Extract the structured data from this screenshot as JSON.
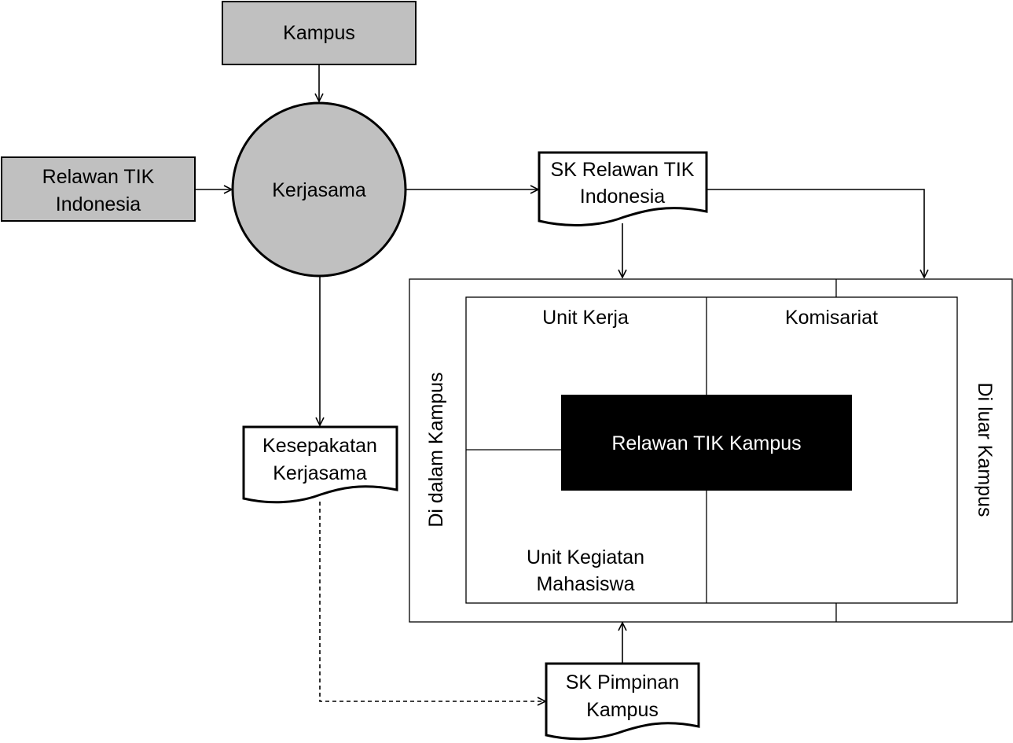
{
  "nodes": {
    "kampus": {
      "label": "Kampus"
    },
    "relawan_tik_indonesia": {
      "label_line1": "Relawan TIK",
      "label_line2": "Indonesia"
    },
    "kerjasama": {
      "label": "Kerjasama"
    },
    "sk_relawan_tik_indonesia": {
      "label_line1": "SK Relawan TIK",
      "label_line2": "Indonesia"
    },
    "kesepakatan_kerjasama": {
      "label_line1": "Kesepakatan",
      "label_line2": "Kerjasama"
    },
    "sk_pimpinan_kampus": {
      "label_line1": "SK Pimpinan",
      "label_line2": "Kampus"
    }
  },
  "organization": {
    "left_side_label": "Di dalam Kampus",
    "right_side_label": "Di luar Kampus",
    "unit_kerja": "Unit Kerja",
    "komisariat": "Komisariat",
    "unit_kegiatan_line1": "Unit Kegiatan",
    "unit_kegiatan_line2": "Mahasiswa",
    "center": "Relawan TIK Kampus"
  },
  "colors": {
    "process_fill": "#c0c0c0",
    "center_fill": "#000000",
    "stroke": "#000000"
  }
}
